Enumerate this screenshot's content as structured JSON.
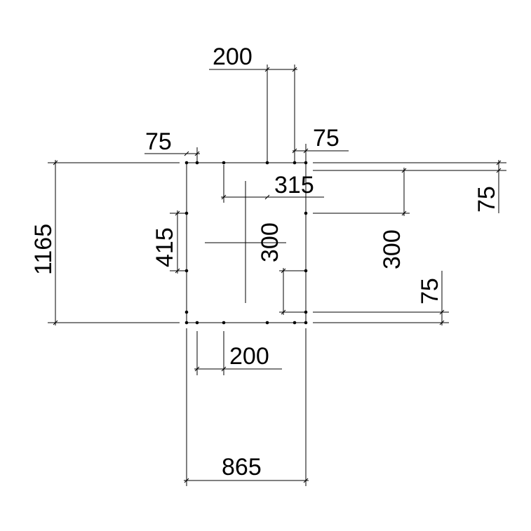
{
  "drawing": {
    "line_color": "#000000",
    "background": "#ffffff",
    "dimensions": {
      "top_200": "200",
      "top_left_75": "75",
      "top_right_75": "75",
      "inner_315": "315",
      "left_1165": "1165",
      "left_415": "415",
      "inner_300": "300",
      "right_300": "300",
      "right_top_75": "75",
      "right_bottom_75": "75",
      "bottom_200": "200",
      "bottom_865": "865"
    }
  }
}
